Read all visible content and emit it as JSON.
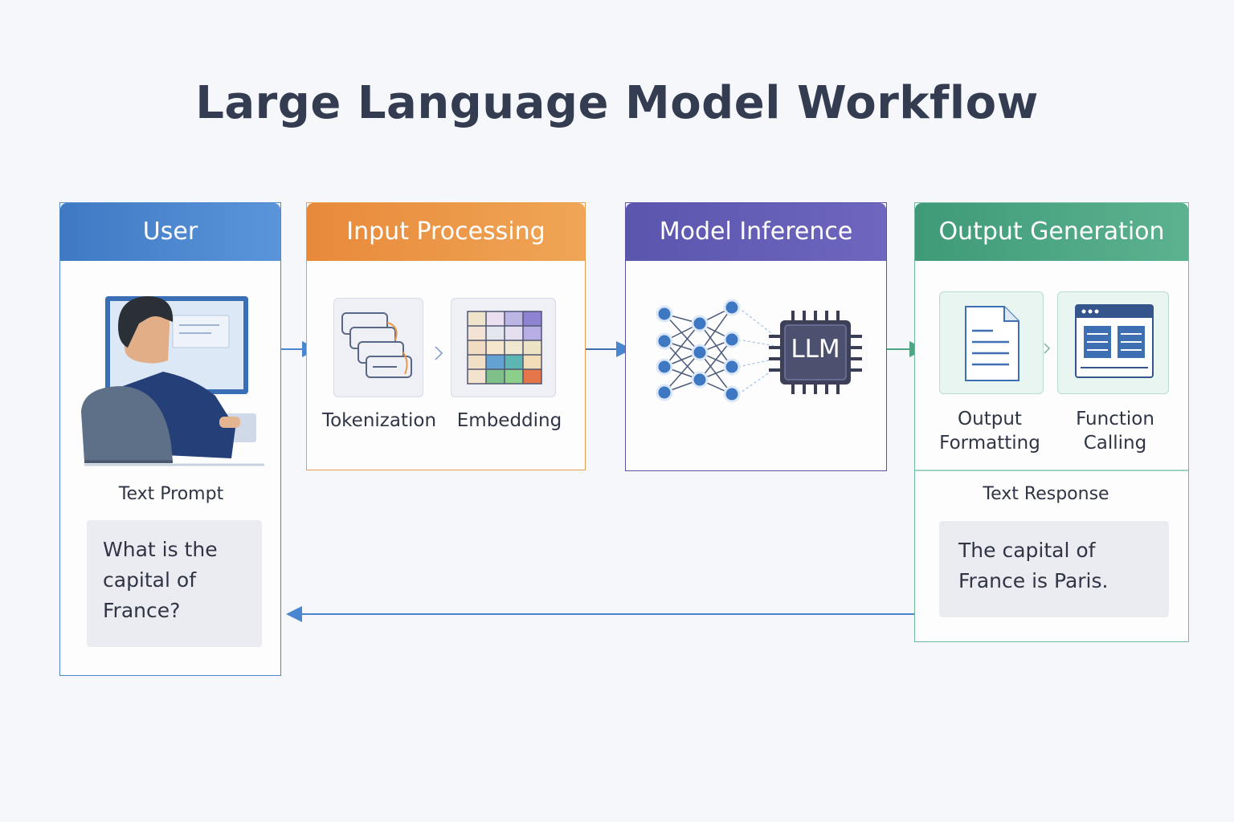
{
  "title": "Large Language Model Workflow",
  "panels": {
    "user": {
      "header": "User",
      "caption": "Text Prompt",
      "prompt": "What is the capital of France?"
    },
    "input": {
      "header": "Input Processing",
      "steps": [
        "Tokenization",
        "Embedding"
      ]
    },
    "model": {
      "header": "Model Inference",
      "chip_label": "LLM"
    },
    "output": {
      "header": "Output Generation",
      "steps": [
        {
          "line1": "Output",
          "line2": "Formatting"
        },
        {
          "line1": "Function",
          "line2": "Calling"
        }
      ],
      "caption": "Text Response",
      "response": "The capital of France is Paris."
    }
  },
  "icons": [
    "user-at-computer-icon",
    "tokenization-icon",
    "embedding-grid-icon",
    "neural-network-icon",
    "llm-chip-icon",
    "document-icon",
    "browser-window-icon"
  ],
  "colors": {
    "user": "#4a86cf",
    "input": "#ea8f3f",
    "model": "#5f58b2",
    "output": "#4da583",
    "flow_arrow": "#4a86cf"
  }
}
